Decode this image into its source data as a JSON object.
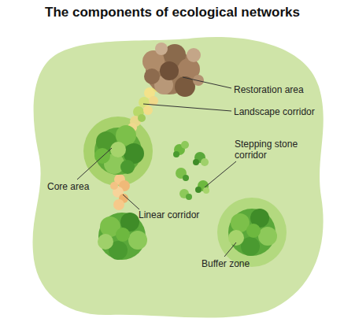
{
  "diagram": {
    "title": "The components of ecological networks",
    "labels": [
      "Restoration area",
      "Landscape corridor",
      "Stepping stone corridor",
      "Core area",
      "Linear corridor",
      "Buffer zone"
    ]
  }
}
